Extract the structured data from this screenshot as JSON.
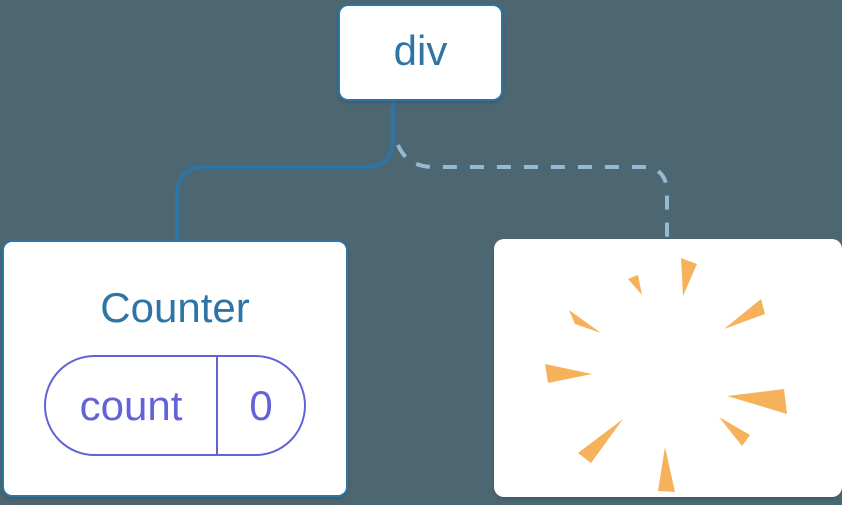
{
  "diagram": {
    "nodes": {
      "root": {
        "label": "div"
      },
      "counter": {
        "title": "Counter",
        "state": {
          "key": "count",
          "value": "0"
        }
      },
      "removed": {
        "icon": "poof-burst"
      }
    },
    "edges": [
      {
        "from": "div",
        "to": "Counter",
        "style": "solid"
      },
      {
        "from": "div",
        "to": "removed",
        "style": "dashed"
      }
    ],
    "colors": {
      "background": "#4C6672",
      "node_background": "#FFFFFF",
      "tree_blue": "#2D75A7",
      "node_text_blue": "#2E75A5",
      "dashed_edge_blue": "#95BAD3",
      "state_purple": "#6363D8",
      "poof_orange": "#F6B25A"
    }
  }
}
